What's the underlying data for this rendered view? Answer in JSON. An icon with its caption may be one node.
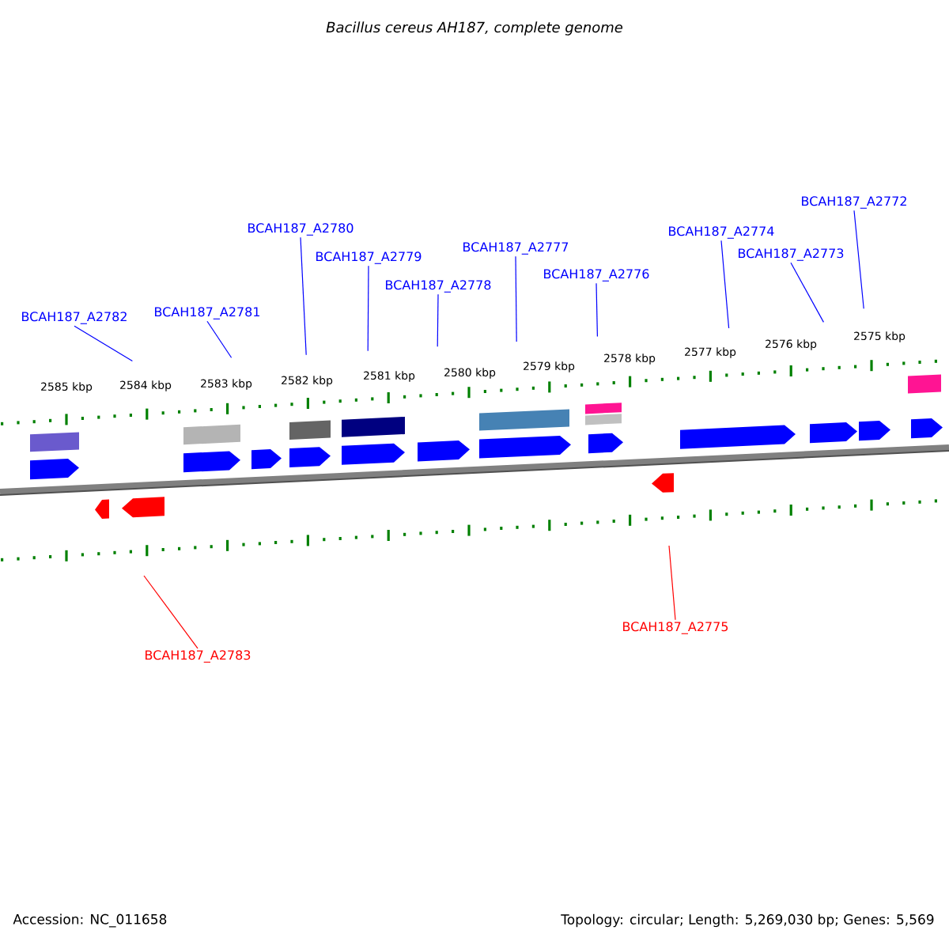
{
  "diagram": {
    "title": "Bacillus cereus AH187, complete genome",
    "nodes": [
      {
        "text": [
          "BCAH187_A2782"
        ]
      },
      {
        "text": [
          "BCAH187_A2781"
        ]
      },
      {
        "text": [
          "BCAH187_A2780"
        ]
      },
      {
        "text": [
          "BCAH187_A2779"
        ]
      },
      {
        "text": [
          "BCAH187_A2778"
        ]
      },
      {
        "text": [
          "BCAH187_A2777"
        ]
      },
      {
        "text": [
          "BCAH187_A2776"
        ]
      },
      {
        "text": [
          "BCAH187_A2774"
        ]
      },
      {
        "text": [
          "BCAH187_A2773"
        ]
      },
      {
        "text": [
          "BCAH187_A2772"
        ]
      },
      {
        "text": [
          "BCAH187_A2783"
        ]
      },
      {
        "text": [
          "BCAH187_A2775"
        ]
      }
    ],
    "edges": [
      {
        "from": 0,
        "to": null,
        "arrow": "none"
      },
      {
        "from": 1,
        "to": null,
        "arrow": "none"
      },
      {
        "from": 2,
        "to": null,
        "arrow": "none"
      },
      {
        "from": 3,
        "to": null,
        "arrow": "none"
      },
      {
        "from": 4,
        "to": null,
        "arrow": "none"
      },
      {
        "from": 5,
        "to": null,
        "arrow": "none"
      },
      {
        "from": 6,
        "to": null,
        "arrow": "none"
      },
      {
        "from": 7,
        "to": null,
        "arrow": "none"
      },
      {
        "from": 8,
        "to": null,
        "arrow": "none"
      },
      {
        "from": 9,
        "to": null,
        "arrow": "none"
      },
      {
        "from": 10,
        "to": null,
        "arrow": "none",
        "color": "#ff0000"
      },
      {
        "from": 11,
        "to": null,
        "arrow": "none",
        "color": "#ff0000"
      }
    ],
    "labels": [
      "2585 kbp",
      "2584 kbp",
      "2583 kbp",
      "2582 kbp",
      "2581 kbp",
      "2580 kbp",
      "2579 kbp",
      "2578 kbp",
      "2577 kbp",
      "2576 kbp",
      "2575 kbp",
      "Accession: NC_011658",
      "Topology: circular; Length: 5,269,030 bp; Genes: 5,569"
    ]
  }
}
